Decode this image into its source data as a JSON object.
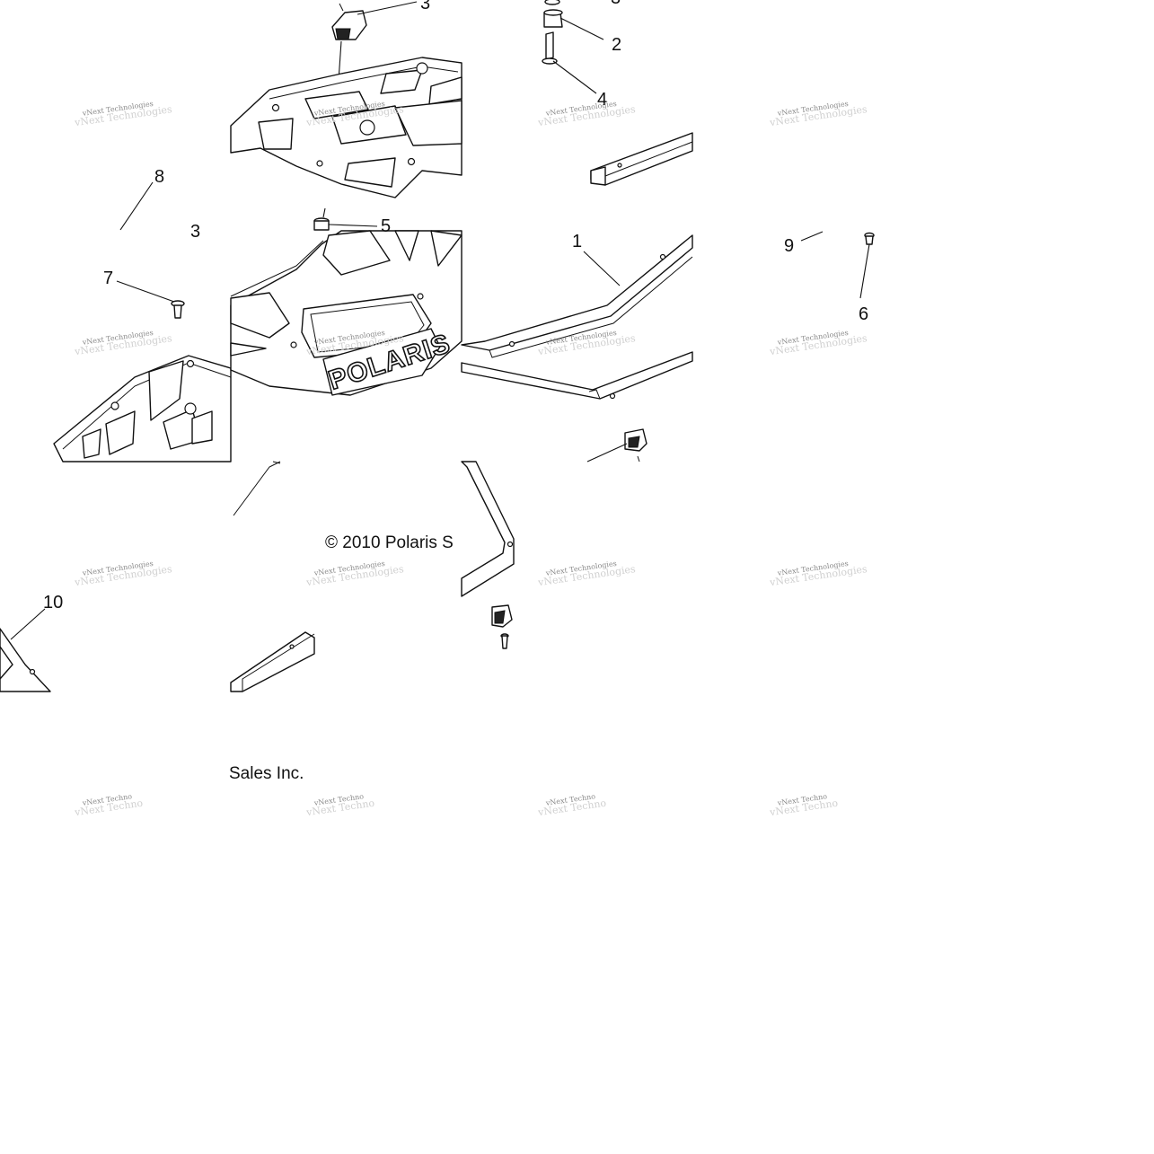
{
  "callouts": {
    "c1": "1",
    "c2": "2",
    "c3a": "3",
    "c3b": "3",
    "c4": "4",
    "c5": "5",
    "c6": "6",
    "c7": "7",
    "c8": "8",
    "c9": "9",
    "c10": "10"
  },
  "brand_text": "POLARIS",
  "copyright": {
    "part1": "© 2010 Polaris S",
    "part2": "Sales Inc."
  },
  "watermark": {
    "text": "vNext Technologies",
    "text_short": "vNext Techno"
  }
}
